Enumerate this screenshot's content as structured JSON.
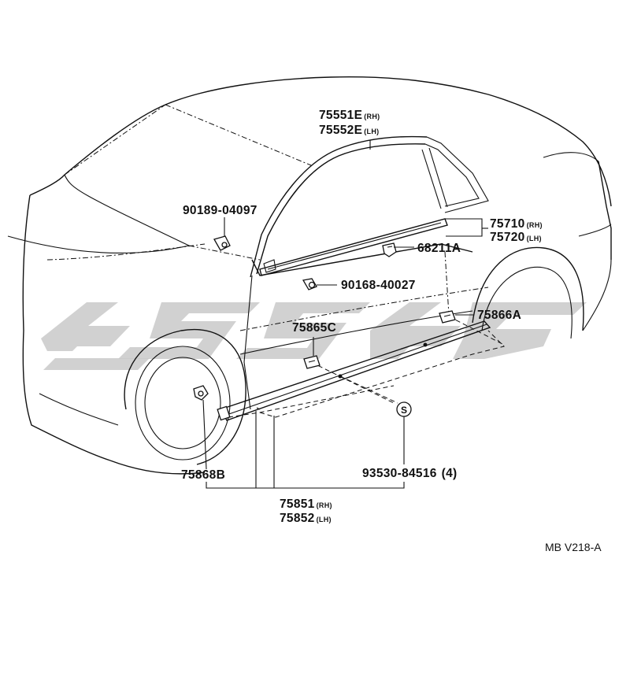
{
  "colors": {
    "line": "#111111",
    "watermark": "#c9c9c9",
    "background": "#ffffff"
  },
  "parts": {
    "p75551E": {
      "number": "75551E",
      "side": "(RH)"
    },
    "p75552E": {
      "number": "75552E",
      "side": "(LH)"
    },
    "p90189": {
      "number": "90189-04097"
    },
    "p90168": {
      "number": "90168-40027"
    },
    "p75710": {
      "number": "75710",
      "side": "(RH)"
    },
    "p75720": {
      "number": "75720",
      "side": "(LH)"
    },
    "p68211A": {
      "number": "68211A"
    },
    "p75865C": {
      "number": "75865C"
    },
    "p75866A": {
      "number": "75866A"
    },
    "p75868B": {
      "number": "75868B"
    },
    "p93530": {
      "number": "93530-84516",
      "qty": "(4)"
    },
    "p75851": {
      "number": "75851",
      "side": "(RH)"
    },
    "p75852": {
      "number": "75852",
      "side": "(LH)"
    }
  },
  "symbols": {
    "screw_marker": "S"
  },
  "diagram_code": "MB V218-A"
}
